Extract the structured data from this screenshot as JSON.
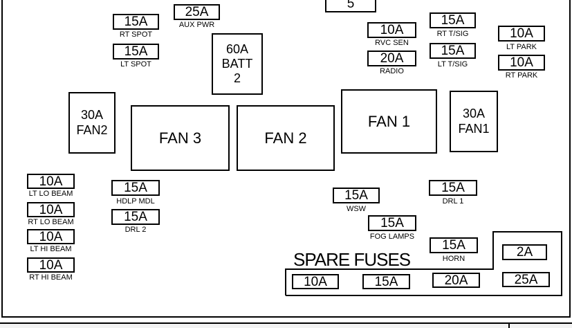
{
  "top_partial": {
    "value": "5"
  },
  "fuses": {
    "rt_spot": {
      "value": "15A",
      "label": "RT SPOT"
    },
    "aux_pwr": {
      "value": "25A",
      "label": "AUX PWR"
    },
    "lt_spot": {
      "value": "15A",
      "label": "LT SPOT"
    },
    "rvc_sen": {
      "value": "10A",
      "label": "RVC SEN"
    },
    "radio": {
      "value": "20A",
      "label": "RADIO"
    },
    "rt_tsig": {
      "value": "15A",
      "label": "RT T/SIG"
    },
    "lt_tsig": {
      "value": "15A",
      "label": "LT T/SIG"
    },
    "lt_park": {
      "value": "10A",
      "label": "LT PARK"
    },
    "rt_park": {
      "value": "10A",
      "label": "RT PARK"
    },
    "lt_lo_beam": {
      "value": "10A",
      "label": "LT LO BEAM"
    },
    "rt_lo_beam": {
      "value": "10A",
      "label": "RT LO BEAM"
    },
    "lt_hi_beam": {
      "value": "10A",
      "label": "LT HI BEAM"
    },
    "rt_hi_beam": {
      "value": "10A",
      "label": "RT HI BEAM"
    },
    "hdlp_mdl": {
      "value": "15A",
      "label": "HDLP MDL"
    },
    "drl2": {
      "value": "15A",
      "label": "DRL 2"
    },
    "wsw": {
      "value": "15A",
      "label": "WSW"
    },
    "drl1": {
      "value": "15A",
      "label": "DRL 1"
    },
    "fog_lamps": {
      "value": "15A",
      "label": "FOG LAMPS"
    },
    "horn": {
      "value": "15A",
      "label": "HORN"
    }
  },
  "batt2": {
    "line1": "60A",
    "line2": "BATT",
    "line3": "2"
  },
  "fan2_fuse": {
    "line1": "30A",
    "line2": "FAN2"
  },
  "fan1_fuse": {
    "line1": "30A",
    "line2": "FAN1"
  },
  "relays": {
    "fan3": "FAN 3",
    "fan2": "FAN 2",
    "fan1": "FAN 1"
  },
  "spare": {
    "title": "SPARE FUSES",
    "values": [
      "10A",
      "15A",
      "20A",
      "25A",
      "2A"
    ]
  }
}
